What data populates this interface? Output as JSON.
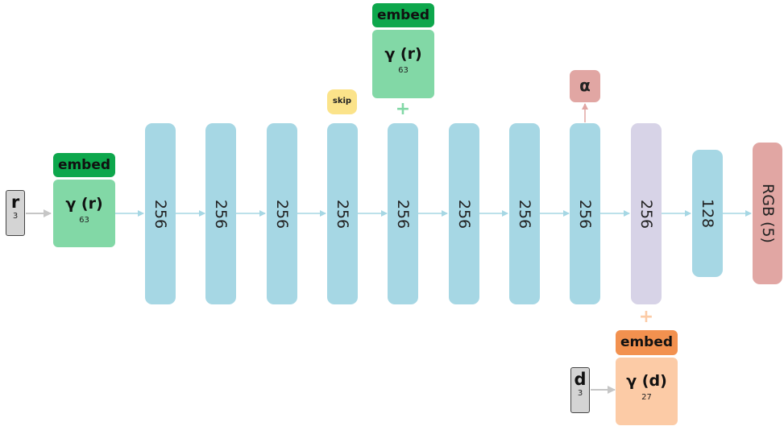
{
  "inputs": {
    "r": {
      "symbol": "r",
      "dim": "3"
    },
    "d": {
      "symbol": "d",
      "dim": "3"
    }
  },
  "embeds": {
    "r_main": {
      "tag": "embed",
      "fn": "γ (r)",
      "dim": "63"
    },
    "r_skip": {
      "tag": "embed",
      "fn": "γ (r)",
      "dim": "63"
    },
    "d": {
      "tag": "embed",
      "fn": "γ (d)",
      "dim": "27"
    }
  },
  "layers": [
    "256",
    "256",
    "256",
    "256",
    "256",
    "256",
    "256",
    "256",
    "256",
    "128",
    "RGB (5)"
  ],
  "skip_label": "skip",
  "alpha_label": "α",
  "plus_symbol": "+",
  "colors": {
    "embed_green": "#0da74c",
    "encoding_green": "#82d8a6",
    "embed_orange": "#f2914f",
    "encoding_orange": "#fccba6",
    "layer_blue": "#a6d7e4",
    "layer_purple": "#d7d3e7",
    "output_red": "#e1a6a3",
    "skip_yellow": "#fbe38a",
    "arrow_gray": "#c6c6c6"
  }
}
